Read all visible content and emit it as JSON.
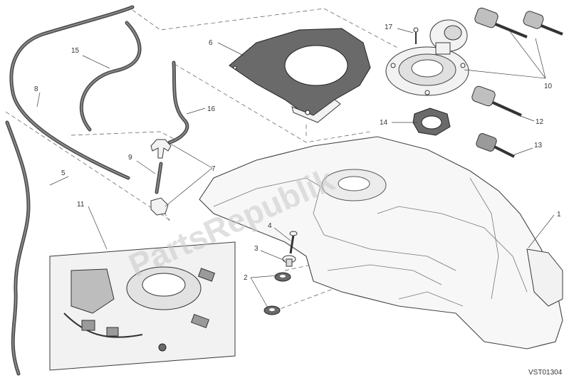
{
  "callouts": {
    "c1": "1",
    "c2": "2",
    "c3": "3",
    "c4": "4",
    "c5": "5",
    "c6": "6",
    "c7": "7",
    "c8": "8",
    "c9": "9",
    "c10": "10",
    "c11": "11",
    "c12": "12",
    "c13": "13",
    "c14": "14",
    "c15": "15",
    "c16": "16",
    "c17": "17"
  },
  "diagram_code": "VST01304",
  "watermark": "PartsRepublik",
  "colors": {
    "hose": "#4a4a4a",
    "line": "#444444",
    "plate": "#6a6a6a"
  }
}
